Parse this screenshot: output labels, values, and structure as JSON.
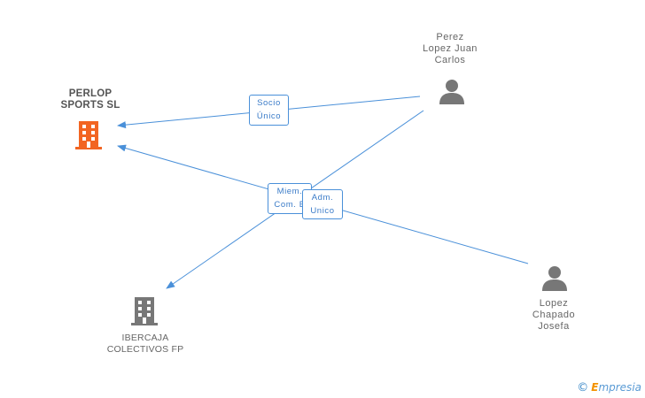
{
  "nodes": {
    "perlop": {
      "name": [
        "PERLOP",
        "SPORTS SL"
      ],
      "icon": "building-icon",
      "color": "#f26522"
    },
    "ibercaja": {
      "name": [
        "IBERCAJA",
        "COLECTIVOS FP"
      ],
      "icon": "building-icon",
      "color": "#777777"
    },
    "perez": {
      "name": [
        "Perez",
        "Lopez Juan",
        "Carlos"
      ],
      "icon": "person-icon",
      "color": "#777777"
    },
    "lopez": {
      "name": [
        "Lopez",
        "Chapado",
        "Josefa"
      ],
      "icon": "person-icon",
      "color": "#777777"
    }
  },
  "edges": [
    {
      "from": "perez",
      "to": "perlop",
      "label": [
        "Socio",
        "Único"
      ]
    },
    {
      "from": "perez",
      "to": "ibercaja",
      "label": [
        "Miem.",
        "Com. E"
      ]
    },
    {
      "from": "lopez",
      "to": "perlop",
      "label": [
        "Adm.",
        "Unico"
      ]
    }
  ],
  "colors": {
    "edge": "#4a90d9"
  },
  "brand": {
    "copyright": "©",
    "initial": "E",
    "rest": "mpresia"
  }
}
